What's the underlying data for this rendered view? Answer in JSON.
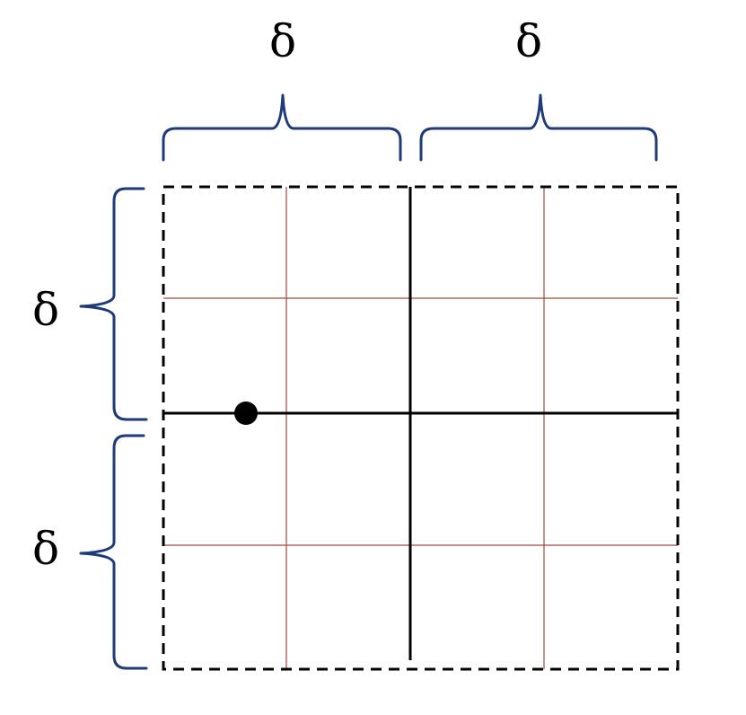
{
  "labels": {
    "top_left": "δ",
    "top_right": "δ",
    "left_upper": "δ",
    "left_lower": "δ"
  },
  "colors": {
    "brace": "#1f3a78",
    "grid_thin": "#9e4a3f",
    "axis": "#000000",
    "dashed_border": "#000000",
    "point": "#000000",
    "background": "#ffffff"
  }
}
